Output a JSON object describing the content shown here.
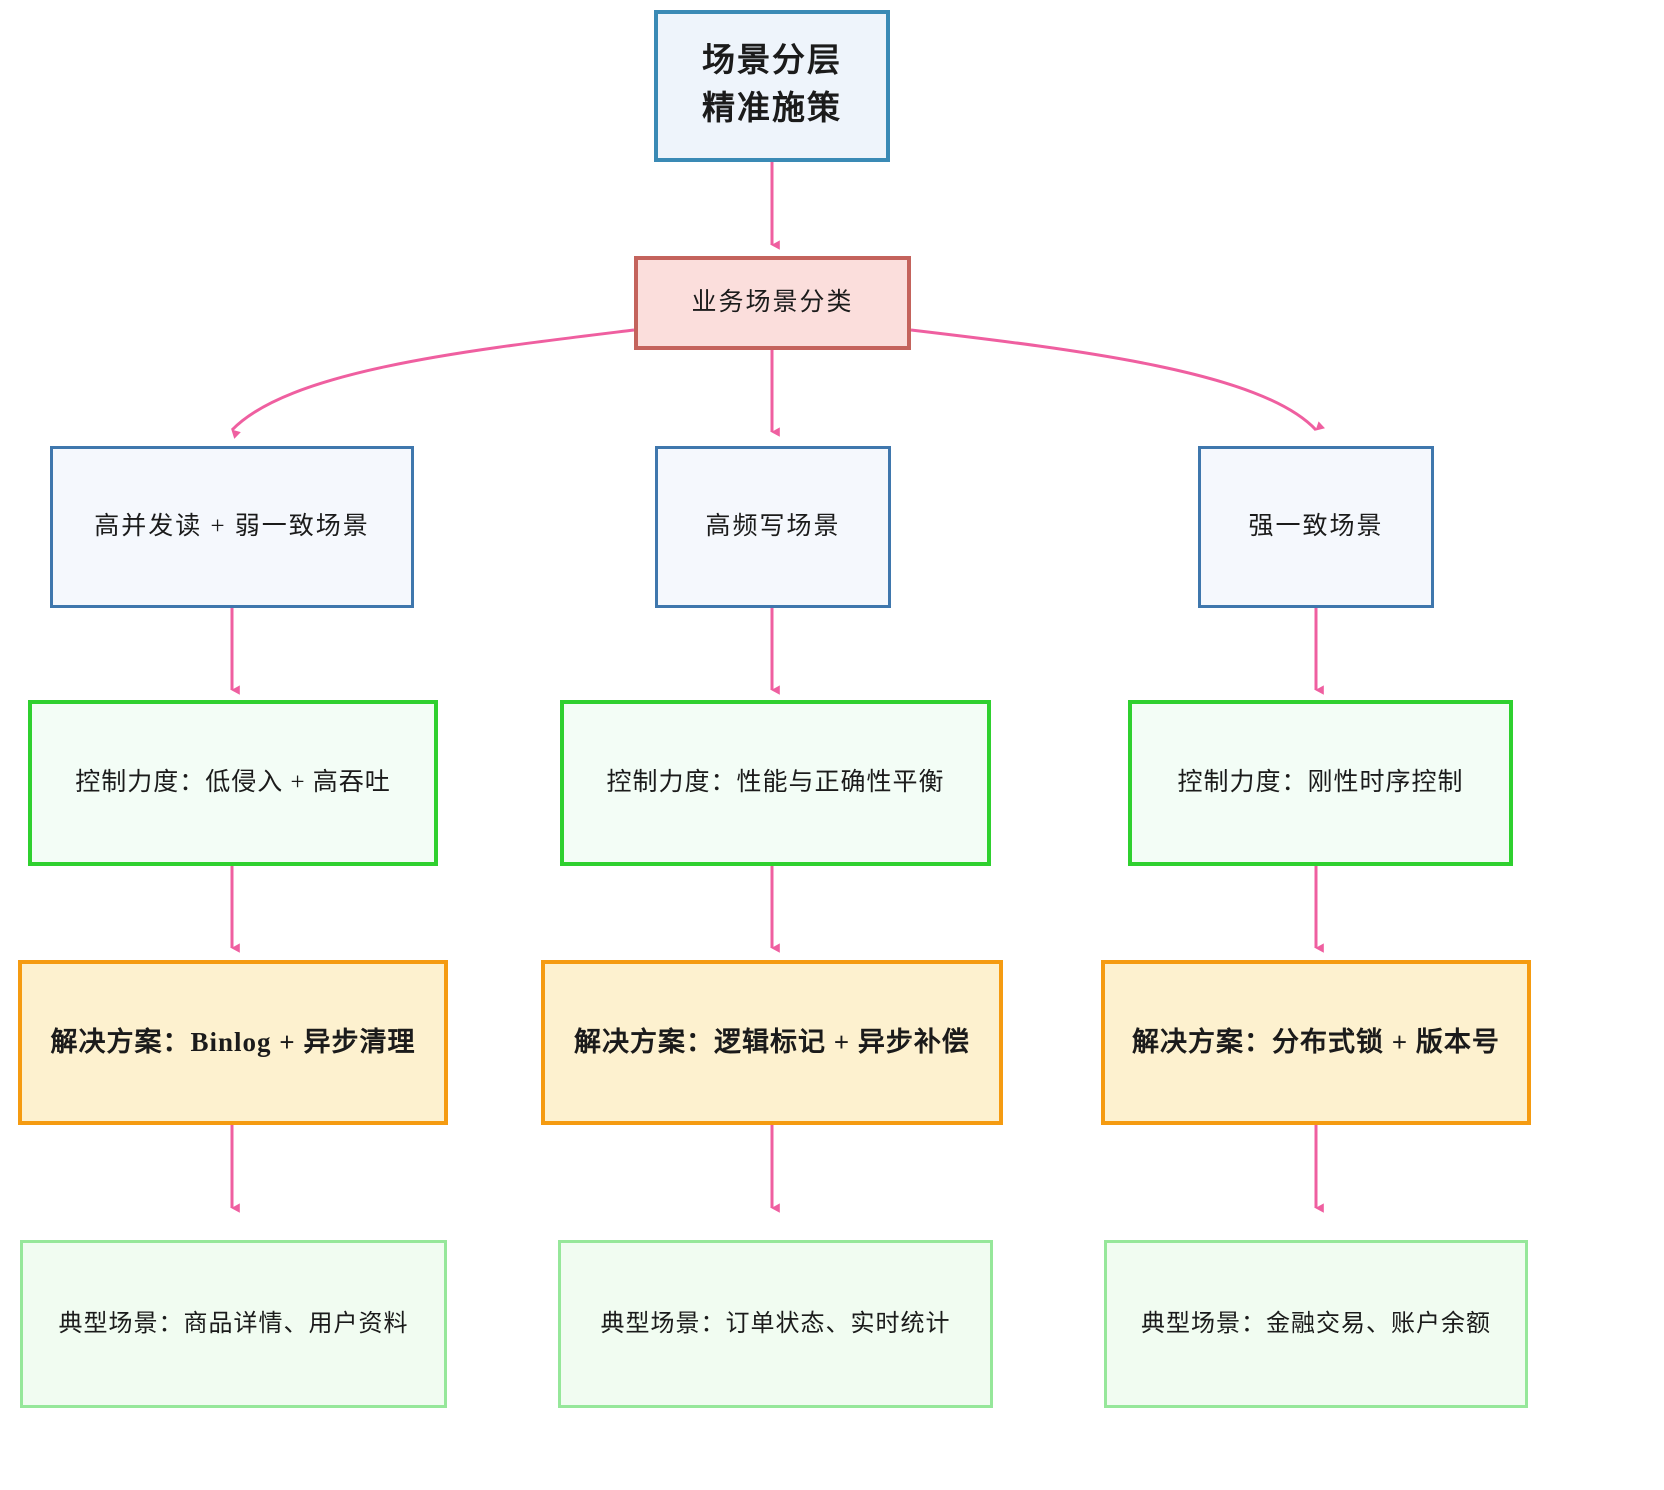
{
  "diagram": {
    "title_node": {
      "id": "title",
      "text": "场景分层\n精准施策",
      "border_color": "#3a8ab5",
      "fill_color": "#eef4fb"
    },
    "classify_node": {
      "id": "classify",
      "text": "业务场景分类",
      "border_color": "#c4635c",
      "fill_color": "#fbdedc"
    },
    "columns": [
      {
        "scenario": "高并发读 + 弱一致场景",
        "control": "控制力度：低侵入 + 高吞吐",
        "solution": "解决方案：Binlog + 异步清理",
        "typical": "典型场景：商品详情、用户资料"
      },
      {
        "scenario": "高频写场景",
        "control": "控制力度：性能与正确性平衡",
        "solution": "解决方案：逻辑标记 + 异步补偿",
        "typical": "典型场景：订单状态、实时统计"
      },
      {
        "scenario": "强一致场景",
        "control": "控制力度：刚性时序控制",
        "solution": "解决方案：分布式锁 + 版本号",
        "typical": "典型场景：金融交易、账户余额"
      }
    ],
    "colors": {
      "edge": "#ef5fa0",
      "scenario_border": "#3f77ad",
      "scenario_fill": "#f5f8fd",
      "control_border": "#2fd02f",
      "control_fill": "#f3fdf6",
      "solution_border": "#f59b11",
      "solution_fill": "#fdf1cf",
      "typical_border": "#96e79a",
      "typical_fill": "#f1fcf1"
    }
  }
}
